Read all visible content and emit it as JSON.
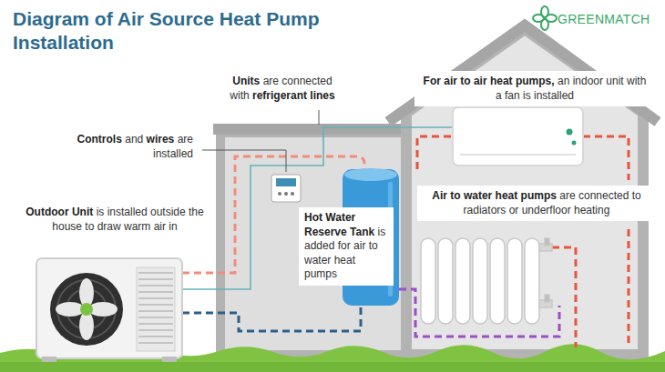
{
  "diagram": {
    "title": "Diagram of Air Source Heat Pump Installation",
    "nodes": [
      {
        "text": [
          "Units",
          "are connected with",
          "refrigerant lines"
        ]
      },
      {
        "text": [
          "For air to air heat pumps,",
          "an indoor unit with a fan is installed"
        ]
      },
      {
        "text": [
          "Controls",
          "and",
          "wires",
          "are installed"
        ]
      },
      {
        "text": [
          "Air to water heat pumps",
          "are connected to radiators or underfloor heating"
        ]
      },
      {
        "text": [
          "Outdoor Unit",
          "is installed outside the house to draw warm air in"
        ]
      },
      {
        "text": [
          "Hot Water Reserve Tank",
          "is added for air to water heat pumps"
        ]
      }
    ],
    "labels": [
      "GREENMATCH"
    ]
  }
}
